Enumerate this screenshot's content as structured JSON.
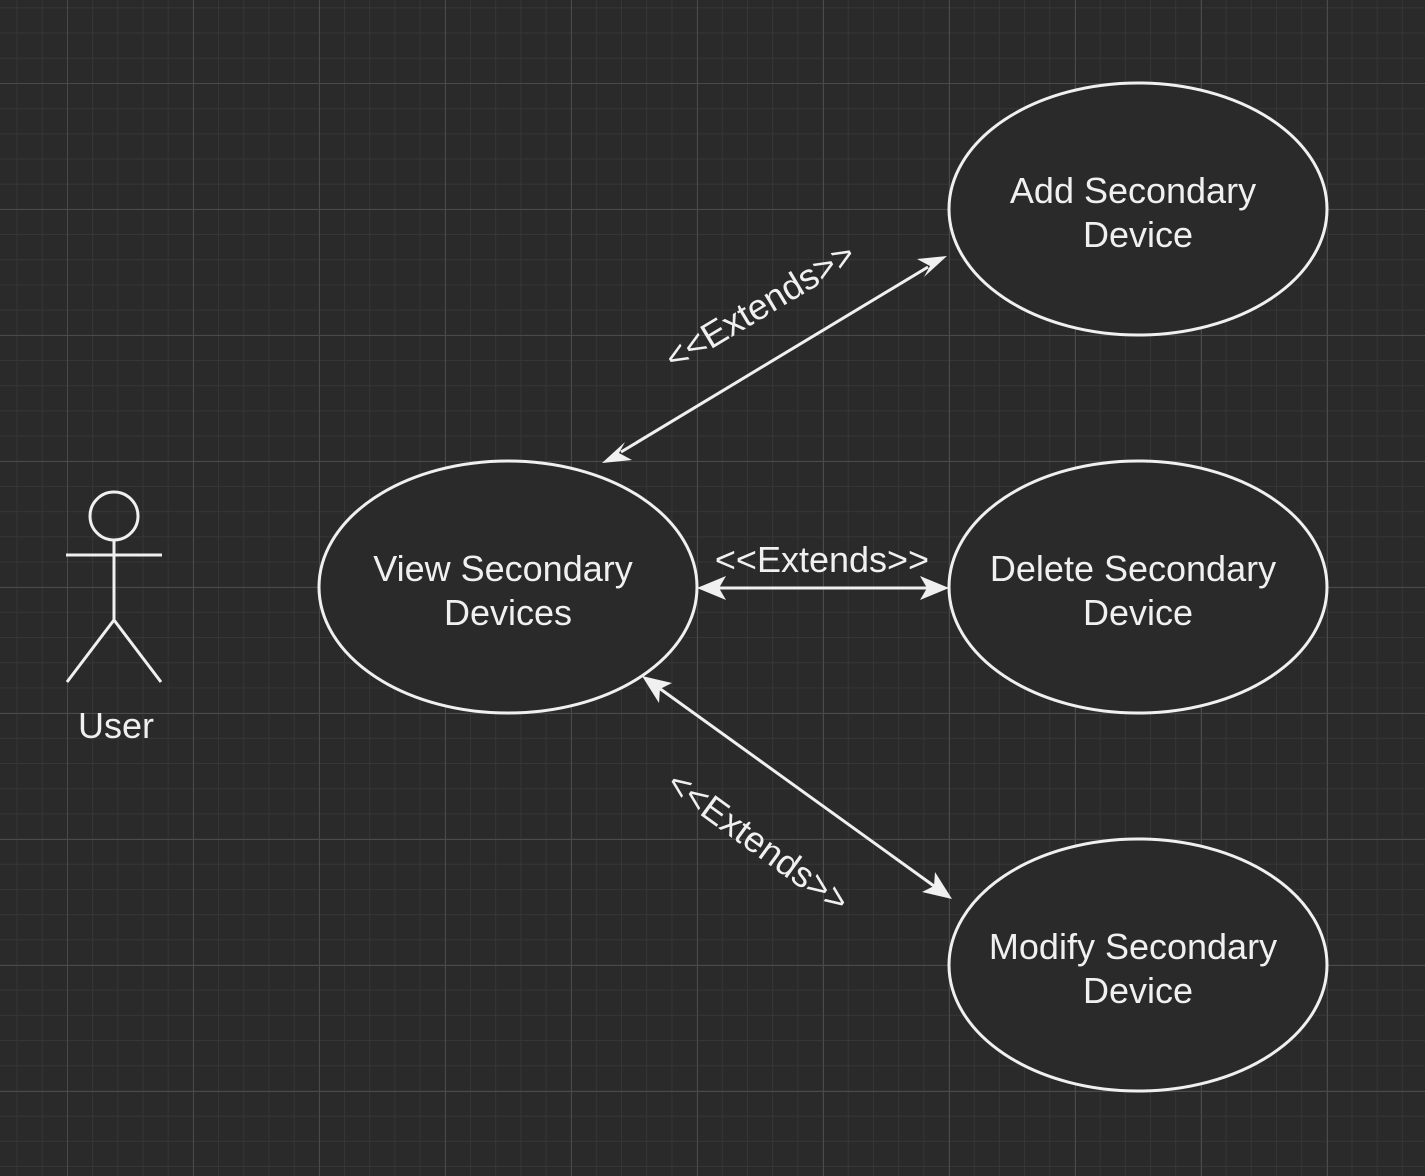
{
  "actor": {
    "label": "User"
  },
  "use_cases": {
    "view": {
      "line1": "View Secondary",
      "line2": "Devices"
    },
    "add": {
      "line1": "Add Secondary",
      "line2": "Device"
    },
    "delete": {
      "line1": "Delete Secondary",
      "line2": "Device"
    },
    "modify": {
      "line1": "Modify Secondary",
      "line2": "Device"
    }
  },
  "relationships": {
    "view_add": "<<Extends>>",
    "view_delete": "<<Extends>>",
    "view_modify": "<<Extends>>"
  },
  "colors": {
    "background": "#2a2a2a",
    "stroke": "#f0f0f0",
    "grid_major": "#4a4a4a",
    "grid_minor": "#363636"
  }
}
